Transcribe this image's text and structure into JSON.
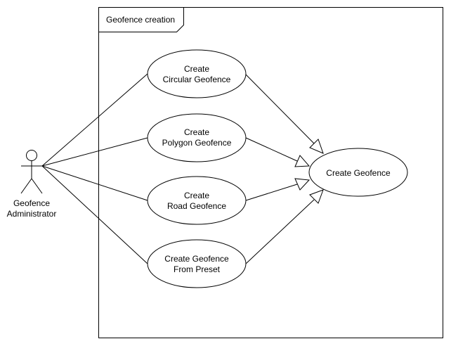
{
  "frame": {
    "title": "Geofence creation"
  },
  "actor": {
    "name_line1": "Geofence",
    "name_line2": "Administrator"
  },
  "use_cases": {
    "circular": {
      "line1": "Create",
      "line2": "Circular Geofence"
    },
    "polygon": {
      "line1": "Create",
      "line2": "Polygon Geofence"
    },
    "road": {
      "line1": "Create",
      "line2": "Road Geofence"
    },
    "preset": {
      "line1": "Create Geofence",
      "line2": "From Preset"
    },
    "create": {
      "label": "Create Geofence"
    }
  }
}
